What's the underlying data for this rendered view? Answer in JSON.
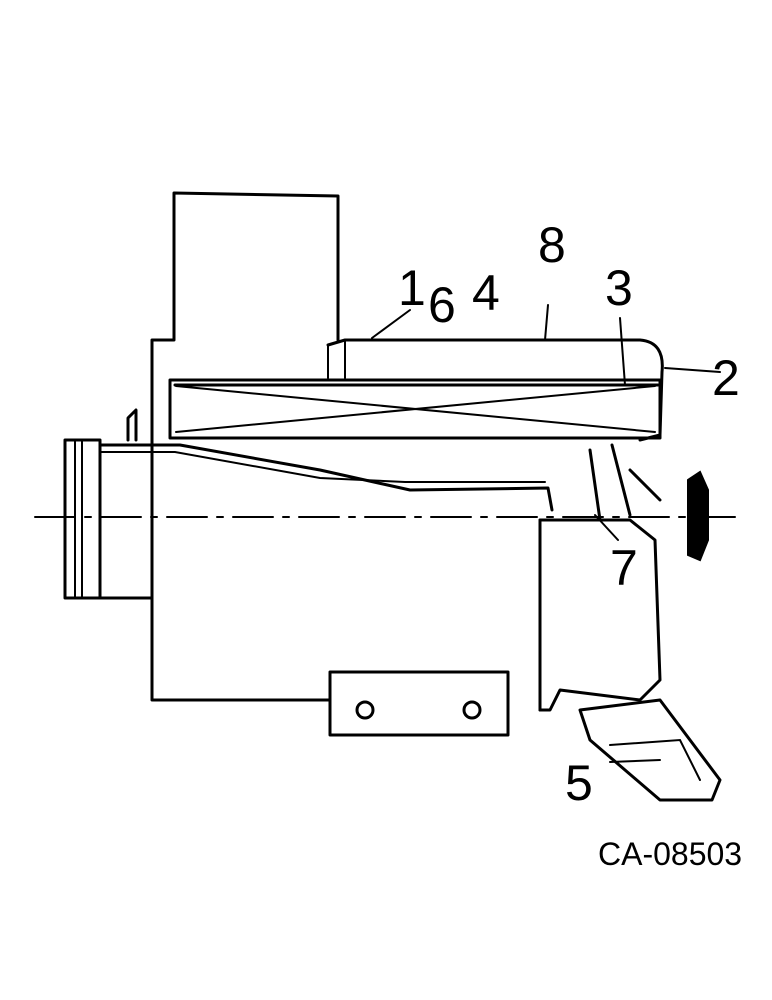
{
  "callouts": [
    {
      "id": "1",
      "label": "1"
    },
    {
      "id": "6",
      "label": "6"
    },
    {
      "id": "4",
      "label": "4"
    },
    {
      "id": "8",
      "label": "8"
    },
    {
      "id": "3",
      "label": "3"
    },
    {
      "id": "2",
      "label": "2"
    },
    {
      "id": "7",
      "label": "7"
    },
    {
      "id": "5",
      "label": "5"
    }
  ],
  "figure_id": "CA-08503",
  "colors": {
    "ink": "#000000",
    "paper": "#ffffff"
  }
}
